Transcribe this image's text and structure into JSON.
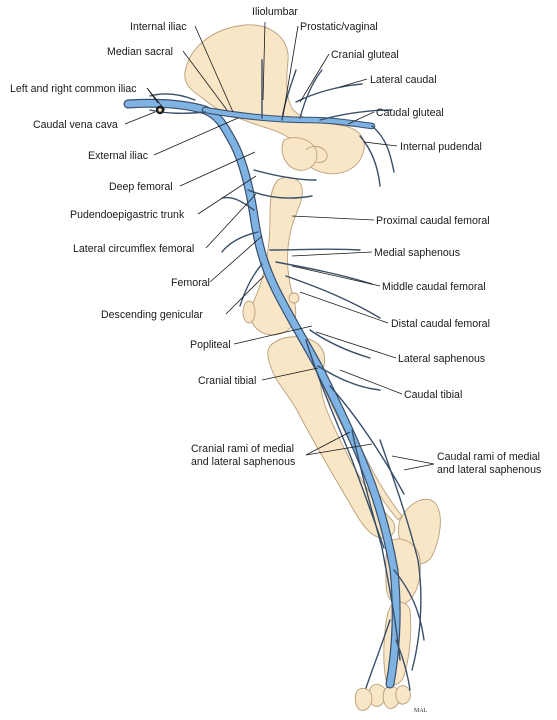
{
  "labels": {
    "iliolumbar": "Iliolumbar",
    "internal_iliac": "Internal iliac",
    "prostatic_vaginal": "Prostatic/vaginal",
    "median_sacral": "Median sacral",
    "cranial_gluteal": "Cranial gluteal",
    "common_iliac": "Left and right common iliac",
    "lateral_caudal": "Lateral caudal",
    "caudal_vena_cava": "Caudal vena cava",
    "caudal_gluteal": "Caudal gluteal",
    "internal_pudendal": "Internal pudendal",
    "external_iliac": "External iliac",
    "deep_femoral": "Deep femoral",
    "pudendoepigastric": "Pudendoepigastric trunk",
    "proximal_caudal_femoral": "Proximal caudal femoral",
    "lateral_circumflex_femoral": "Lateral circumflex femoral",
    "medial_saphenous": "Medial saphenous",
    "femoral": "Femoral",
    "middle_caudal_femoral": "Middle caudal femoral",
    "descending_genicular": "Descending genicular",
    "distal_caudal_femoral": "Distal caudal femoral",
    "popliteal": "Popliteal",
    "lateral_saphenous": "Lateral saphenous",
    "cranial_tibial": "Cranial tibial",
    "caudal_tibial": "Caudal tibial",
    "cranial_rami_line1": "Cranial rami of medial",
    "cranial_rami_line2": "and lateral saphenous",
    "caudal_rami_line1": "Caudal rami of medial",
    "caudal_rami_line2": "and lateral saphenous"
  },
  "signature": "MAL",
  "colors": {
    "bone_fill": "#f8e6c6",
    "bone_stroke": "#b9a07a",
    "vein_main": "#7fb3e3",
    "vein_outline": "#3a4f6a",
    "leader": "#1a1a1a"
  }
}
